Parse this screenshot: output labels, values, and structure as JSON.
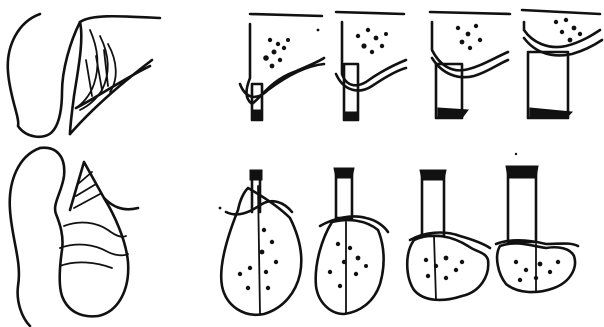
{
  "figure": {
    "palette": {
      "ink": "#111111",
      "paper": "#ffffff"
    },
    "panels": [
      {
        "id": "profile-upper",
        "stage": 1
      },
      {
        "id": "profile-lower",
        "stage": 2
      }
    ],
    "rows": [
      {
        "id": "upper-sequence",
        "stages": [
          1,
          2,
          3,
          4
        ]
      },
      {
        "id": "lower-sequence",
        "stages": [
          1,
          2,
          3,
          4
        ]
      }
    ]
  }
}
